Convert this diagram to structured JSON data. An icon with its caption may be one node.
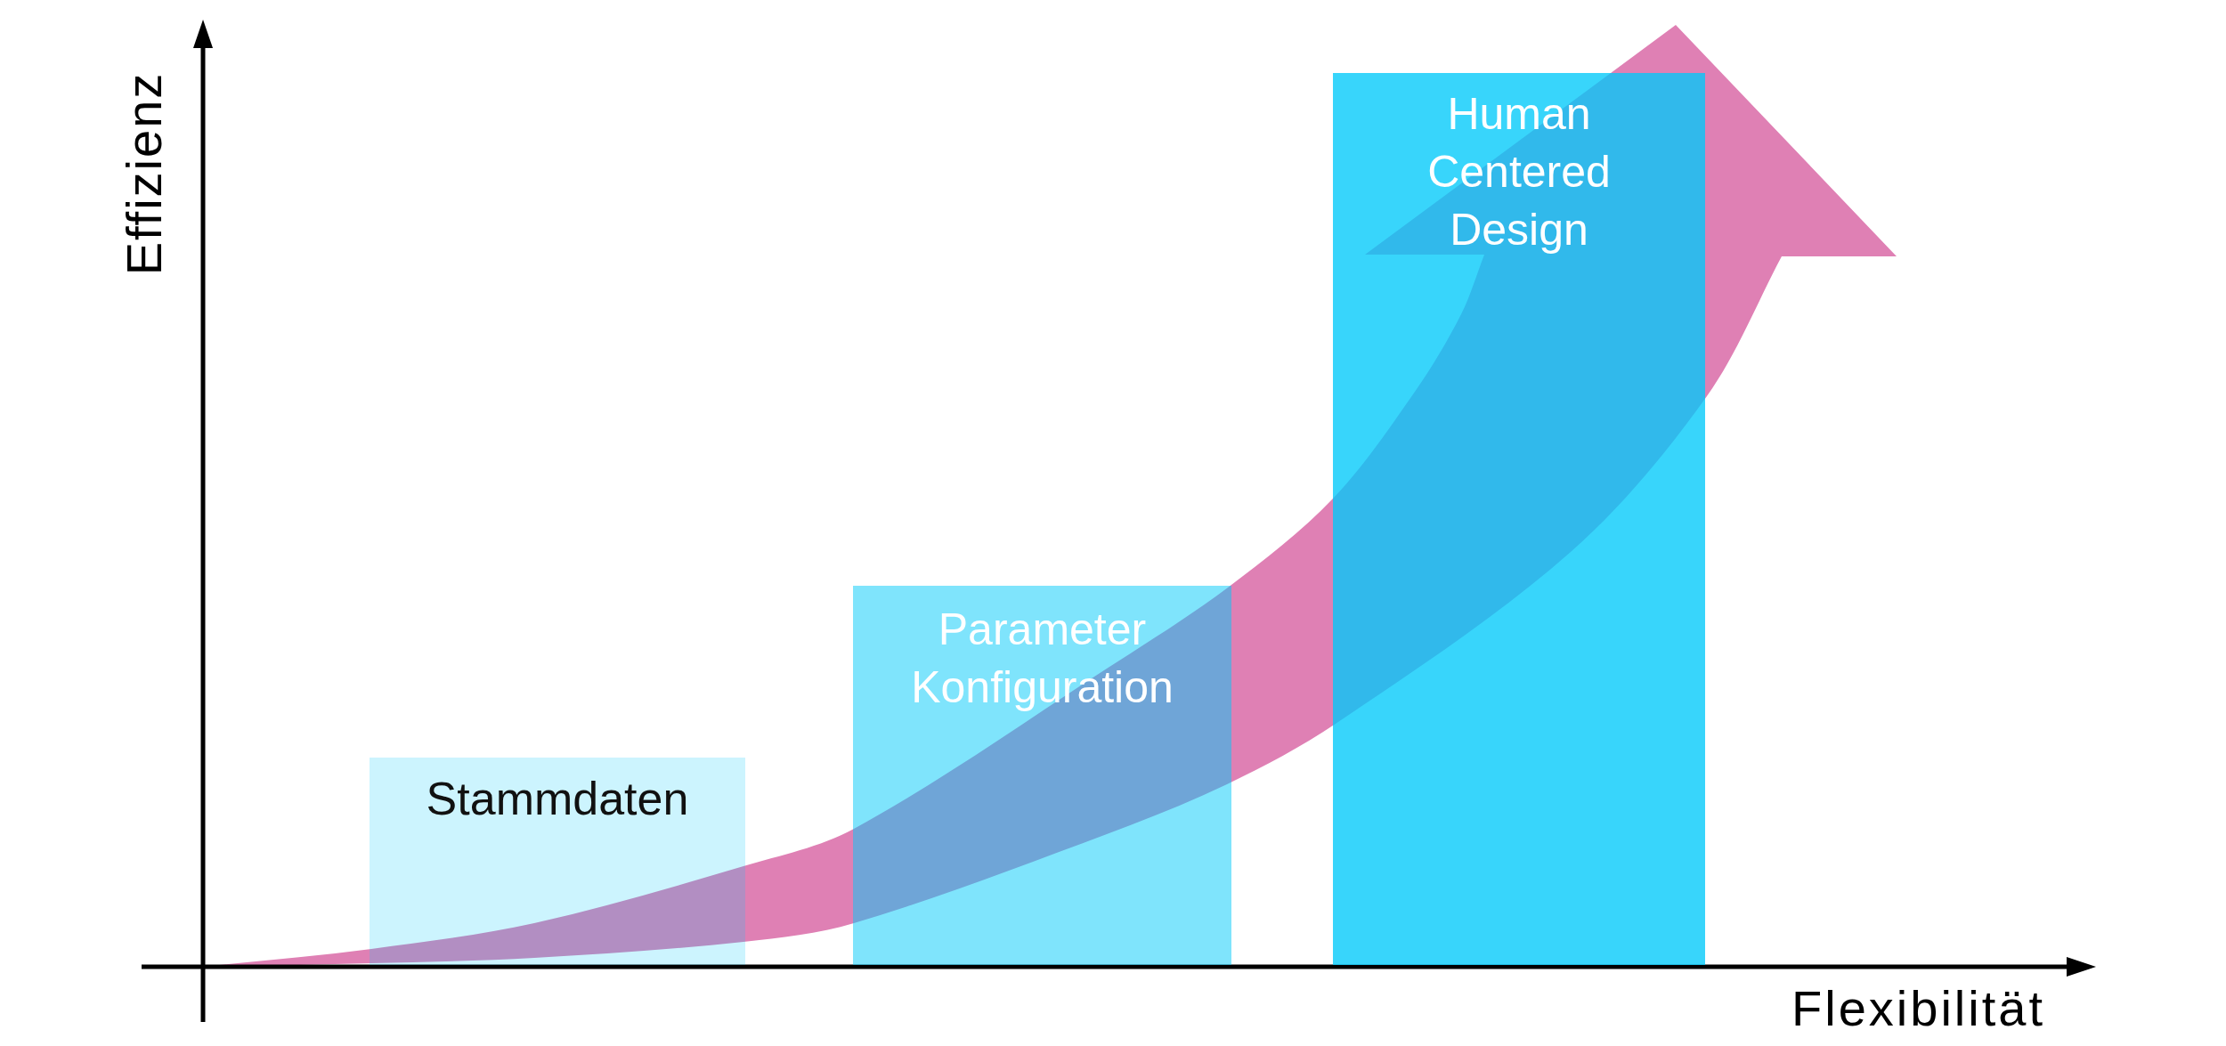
{
  "diagram": {
    "nodes": [
      {
        "text": [
          "Stammdaten"
        ]
      },
      {
        "text": [
          "Parameter Konfiguration"
        ]
      },
      {
        "text": [
          "Human Centered Design"
        ]
      }
    ],
    "labels": [
      "Effizienz",
      "Flexibilität"
    ]
  }
}
